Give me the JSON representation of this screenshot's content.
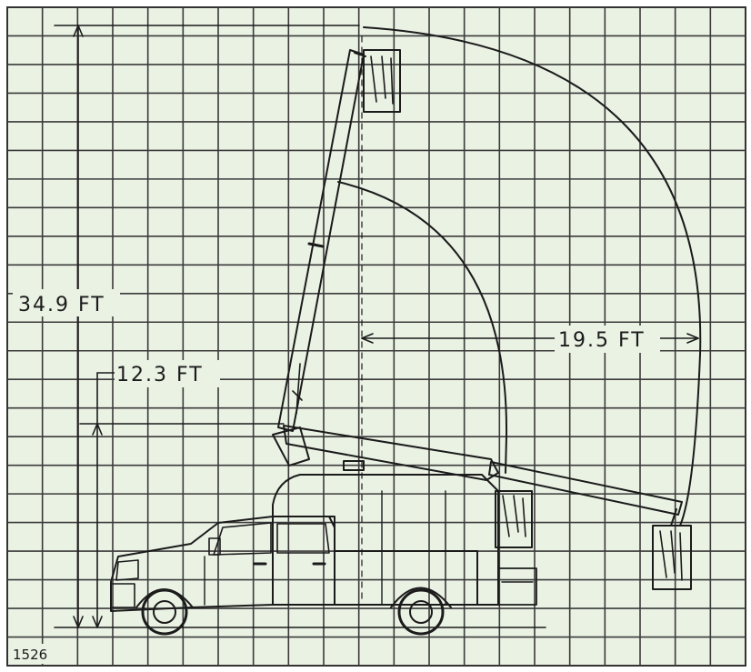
{
  "labels": {
    "max_height": "34.9 FT",
    "mid_height": "12.3 FT",
    "horizontal_reach": "19.5 FT",
    "drawing_number": "1526"
  },
  "colors": {
    "background": "#eaf2e4",
    "grid": "#3a3a3a",
    "ink": "#1b1b1b"
  }
}
